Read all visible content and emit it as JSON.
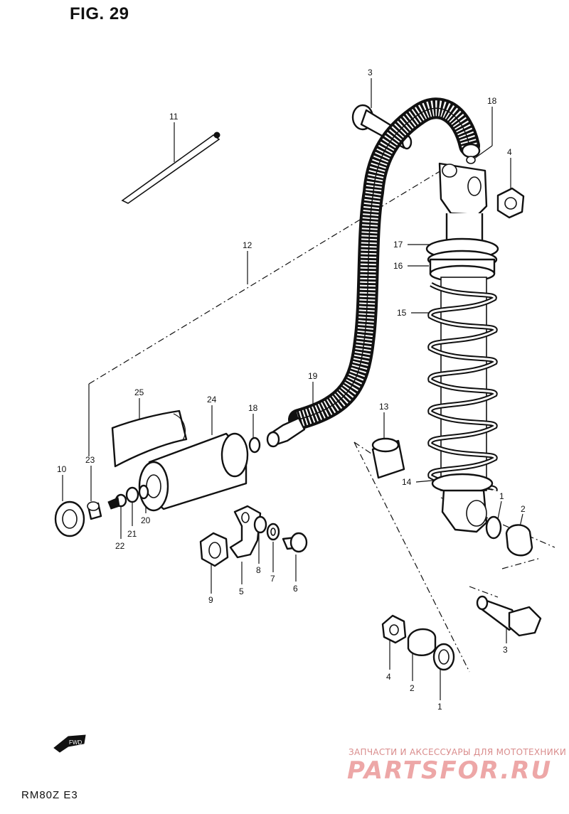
{
  "figure": {
    "title": "FIG. 29",
    "model": "RM80Z E3"
  },
  "watermark": {
    "line1": "ЗАПЧАСТИ И АКСЕССУАРЫ ДЛЯ МОТОТЕХНИКИ",
    "line2": "PARTSFOR.RU"
  },
  "direction_arrow": "FWD",
  "callouts": [
    {
      "id": "c3a",
      "label": "3"
    },
    {
      "id": "c18a",
      "label": "18"
    },
    {
      "id": "c4a",
      "label": "4"
    },
    {
      "id": "c11",
      "label": "11"
    },
    {
      "id": "c12",
      "label": "12"
    },
    {
      "id": "c17",
      "label": "17"
    },
    {
      "id": "c16",
      "label": "16"
    },
    {
      "id": "c15",
      "label": "15"
    },
    {
      "id": "c19",
      "label": "19"
    },
    {
      "id": "c25",
      "label": "25"
    },
    {
      "id": "c24",
      "label": "24"
    },
    {
      "id": "c18b",
      "label": "18"
    },
    {
      "id": "c13",
      "label": "13"
    },
    {
      "id": "c10",
      "label": "10"
    },
    {
      "id": "c23",
      "label": "23"
    },
    {
      "id": "c14",
      "label": "14"
    },
    {
      "id": "c1a",
      "label": "1"
    },
    {
      "id": "c2a",
      "label": "2"
    },
    {
      "id": "c20",
      "label": "20"
    },
    {
      "id": "c21",
      "label": "21"
    },
    {
      "id": "c22",
      "label": "22"
    },
    {
      "id": "c8",
      "label": "8"
    },
    {
      "id": "c7",
      "label": "7"
    },
    {
      "id": "c6",
      "label": "6"
    },
    {
      "id": "c5",
      "label": "5"
    },
    {
      "id": "c9",
      "label": "9"
    },
    {
      "id": "c3b",
      "label": "3"
    },
    {
      "id": "c4b",
      "label": "4"
    },
    {
      "id": "c2b",
      "label": "2"
    },
    {
      "id": "c1b",
      "label": "1"
    }
  ]
}
